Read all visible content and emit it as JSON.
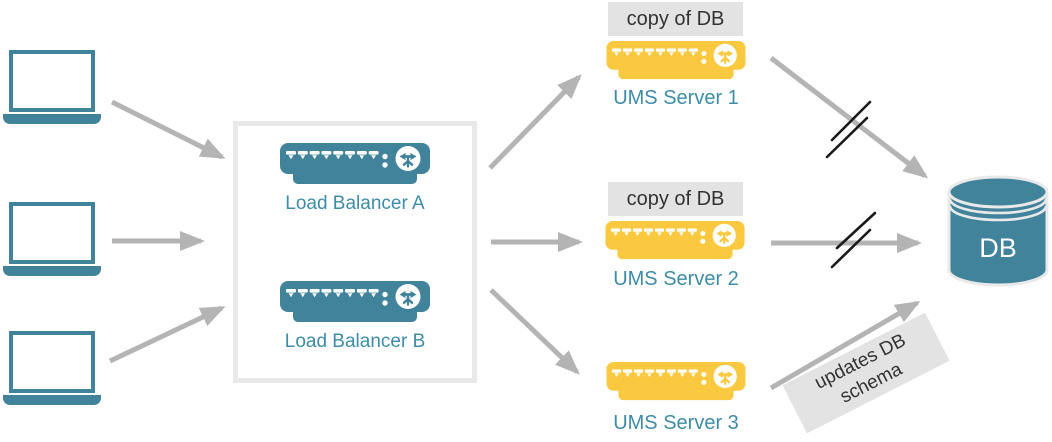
{
  "diagram": {
    "type": "architecture-diagram",
    "colors": {
      "teal_shapes": "#40839B",
      "teal_text": "#3E8CA8",
      "server_yellow": "#FBC940",
      "arrow_gray": "#B4B4B4",
      "break_slash": "#1A1A1A",
      "group_box_border": "#E9E9E9",
      "note_background": "#E3E3E3",
      "note_text": "#333333"
    },
    "clients": {
      "icon": "laptop-icon",
      "count_visible": 3
    },
    "load_balancers": [
      {
        "label": "Load Balancer A"
      },
      {
        "label": "Load Balancer B"
      }
    ],
    "ums_servers": [
      {
        "label": "UMS Server 1",
        "badge": "copy of DB"
      },
      {
        "label": "UMS Server 2",
        "badge": "copy of DB"
      },
      {
        "label": "UMS Server 3"
      }
    ],
    "database": {
      "label": "DB"
    },
    "annotations": {
      "schema_note_line1": "updates DB",
      "schema_note_line2": "schema",
      "broken_link_marks": "double-slash on UMS Server 1 and UMS Server 2 links to DB"
    }
  }
}
